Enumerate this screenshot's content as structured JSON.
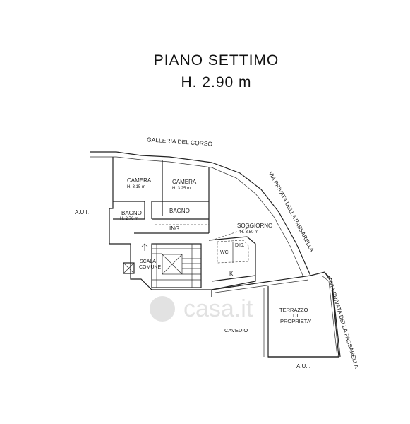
{
  "title": "PIANO SETTIMO",
  "height_label": "H. 2.90 m",
  "watermark": "casa.it",
  "streets": {
    "top": "GALLERIA DEL CORSO",
    "right_upper": "VIA PRIVATA DELLA PASSARELLA",
    "right_lower": "VIA PRIVATA DELLA PASSARELLA"
  },
  "neighbors": {
    "left": "A.U.I.",
    "bottom": "A.U.I."
  },
  "rooms": {
    "camera1": {
      "name": "CAMERA",
      "height": "H. 3.15 m"
    },
    "camera2": {
      "name": "CAMERA",
      "height": "H. 3.25 m"
    },
    "bagno1": {
      "name": "BAGNO",
      "height": "H. 2.70 m"
    },
    "bagno2": {
      "name": "BAGNO"
    },
    "ing": {
      "name": "ING"
    },
    "soggiorno": {
      "name": "SOGGIORNO",
      "height": "H. 3.50 m"
    },
    "dis": {
      "name": "DIS."
    },
    "wc": {
      "name": "WC"
    },
    "k": {
      "name": "K"
    },
    "scala": {
      "line1": "SCALA",
      "line2": "COMUNE"
    },
    "cavedio": {
      "name": "CAVEDIO"
    },
    "terrazzo": {
      "line1": "TERRAZZO",
      "line2": "DI",
      "line3": "PROPRIETA'"
    }
  }
}
